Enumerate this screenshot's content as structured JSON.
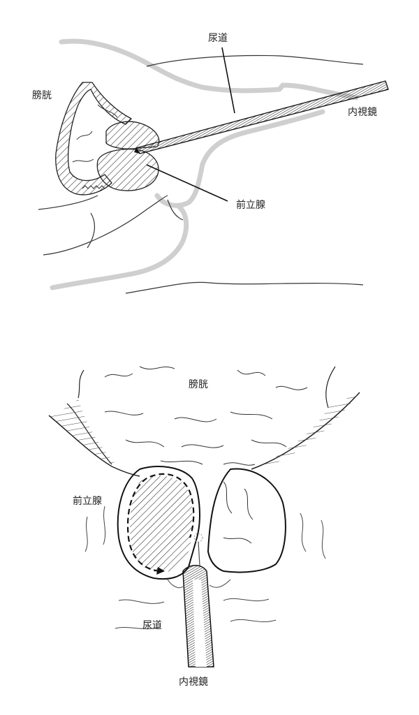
{
  "top_diagram": {
    "labels": {
      "urethra": "尿道",
      "bladder": "膀胱",
      "endoscope": "内視鏡",
      "prostate": "前立腺"
    }
  },
  "bottom_diagram": {
    "labels": {
      "bladder": "膀胱",
      "prostate": "前立腺",
      "urethra": "尿道",
      "endoscope": "内視鏡"
    }
  }
}
